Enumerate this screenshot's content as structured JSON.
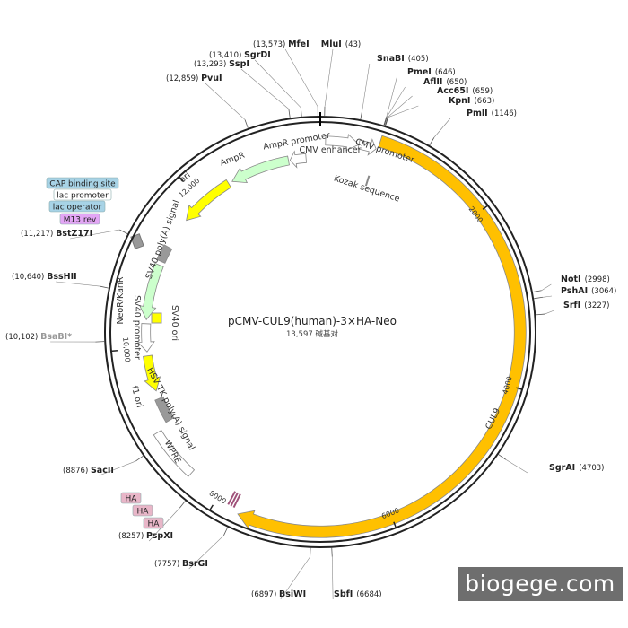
{
  "map": {
    "title": "pCMV-CUL9(human)-3×HA-Neo",
    "length_text": "13,597 碱基对",
    "total_bp": 13597
  },
  "ticks": [
    {
      "label": "2000",
      "bp": 2000
    },
    {
      "label": "4000",
      "bp": 4000
    },
    {
      "label": "6000",
      "bp": 6000
    },
    {
      "label": "8000",
      "bp": 8000
    },
    {
      "label": "10,000",
      "bp": 10000
    },
    {
      "label": "12,000",
      "bp": 12000
    }
  ],
  "sites": [
    {
      "name": "MluI",
      "pos": "(43)",
      "bp": 43
    },
    {
      "name": "SnaBI",
      "pos": "(405)",
      "bp": 405
    },
    {
      "name": "PmeI",
      "pos": "(646)",
      "bp": 646
    },
    {
      "name": "AflII",
      "pos": "(650)",
      "bp": 650
    },
    {
      "name": "Acc65I",
      "pos": "(659)",
      "bp": 659
    },
    {
      "name": "KpnI",
      "pos": "(663)",
      "bp": 663
    },
    {
      "name": "PmlI",
      "pos": "(1146)",
      "bp": 1146
    },
    {
      "name": "NotI",
      "pos": "(2998)",
      "bp": 2998
    },
    {
      "name": "PshAI",
      "pos": "(3064)",
      "bp": 3064
    },
    {
      "name": "SrfI",
      "pos": "(3227)",
      "bp": 3227
    },
    {
      "name": "SgrAI",
      "pos": "(4703)",
      "bp": 4703
    },
    {
      "name": "SbfI",
      "pos": "(6684)",
      "bp": 6684
    },
    {
      "name": "BsiWI",
      "pos": "(6897)",
      "bp": 6897
    },
    {
      "name": "BsrGI",
      "pos": "(7757)",
      "bp": 7757
    },
    {
      "name": "PspXI",
      "pos": "(8257)",
      "bp": 8257
    },
    {
      "name": "SacII",
      "pos": "(8876)",
      "bp": 8876
    },
    {
      "name": "BsaBI*",
      "pos": "(10,102)",
      "bp": 10102,
      "muted": true
    },
    {
      "name": "BssHII",
      "pos": "(10,640)",
      "bp": 10640
    },
    {
      "name": "BstZ17I",
      "pos": "(11,217)",
      "bp": 11217
    },
    {
      "name": "PvuI",
      "pos": "(12,859)",
      "bp": 12859
    },
    {
      "name": "SspI",
      "pos": "(13,293)",
      "bp": 13293
    },
    {
      "name": "SgrDI",
      "pos": "(13,410)",
      "bp": 13410
    },
    {
      "name": "MfeI",
      "pos": "(13,573)",
      "bp": 13573
    }
  ],
  "features": [
    {
      "label": "CMV enhancer",
      "start": 60,
      "end": 440,
      "radius": 0.9,
      "color": "#ffffff",
      "dir": 1
    },
    {
      "label": "CMV promoter",
      "start": 440,
      "end": 640,
      "radius": 0.9,
      "color": "#ffffff",
      "dir": 1
    },
    {
      "label": "CUL9",
      "start": 660,
      "end": 7720,
      "radius": 0.94,
      "color": "#ffc000",
      "dir": 1
    },
    {
      "label": "WPRE",
      "start": 8400,
      "end": 9000,
      "radius": 0.9,
      "color": "#ffffff",
      "dir": 0
    },
    {
      "label": "HSV TK poly(A) signal",
      "start": 9050,
      "end": 9350,
      "radius": 0.82,
      "color": "#999999",
      "dir": 0
    },
    {
      "label": "f1 ori",
      "start": 9450,
      "end": 9900,
      "radius": 0.82,
      "color": "#ffff00",
      "dir": -1
    },
    {
      "label": "SV40 promoter",
      "start": 9950,
      "end": 10300,
      "radius": 0.82,
      "color": "#ffffff",
      "dir": -1
    },
    {
      "label": "NeoR/KanR",
      "start": 10350,
      "end": 11050,
      "radius": 0.82,
      "color": "#ccffcc",
      "dir": -1
    },
    {
      "label": "SV40 poly(A) signal",
      "start": 11100,
      "end": 11300,
      "radius": 0.82,
      "color": "#999999",
      "dir": 0
    },
    {
      "label": "ori",
      "start": 11700,
      "end": 12400,
      "radius": 0.82,
      "color": "#ffff00",
      "dir": -1
    },
    {
      "label": "AmpR",
      "start": 12450,
      "end": 13200,
      "radius": 0.82,
      "color": "#ccffcc",
      "dir": -1
    },
    {
      "label": "AmpR promoter",
      "start": 13220,
      "end": 13420,
      "radius": 0.82,
      "color": "#ffffff",
      "dir": -1
    }
  ],
  "feature_labels": [
    {
      "text": "CMV enhancer"
    },
    {
      "text": "CMV promoter"
    },
    {
      "text": "Kozak sequence"
    },
    {
      "text": "CUL9"
    },
    {
      "text": "WPRE"
    },
    {
      "text": "HSV TK poly(A) signal"
    },
    {
      "text": "f1 ori"
    },
    {
      "text": "SV40 promoter"
    },
    {
      "text": "SV40 ori"
    },
    {
      "text": "NeoR/KanR"
    },
    {
      "text": "SV40 poly(A) signal"
    },
    {
      "text": "ori"
    },
    {
      "text": "AmpR"
    },
    {
      "text": "AmpR promoter"
    }
  ],
  "badges": [
    {
      "text": "CAP binding site",
      "color": "#a7d3e6"
    },
    {
      "text": "lac promoter",
      "color": "#ffffff"
    },
    {
      "text": "lac operator",
      "color": "#a7d3e6"
    },
    {
      "text": "M13 rev",
      "color": "#e3a6f5"
    },
    {
      "text": "HA",
      "color": "#e8b6c8"
    },
    {
      "text": "HA",
      "color": "#e8b6c8"
    },
    {
      "text": "HA",
      "color": "#e8b6c8"
    }
  ],
  "watermark": "biogege.com"
}
